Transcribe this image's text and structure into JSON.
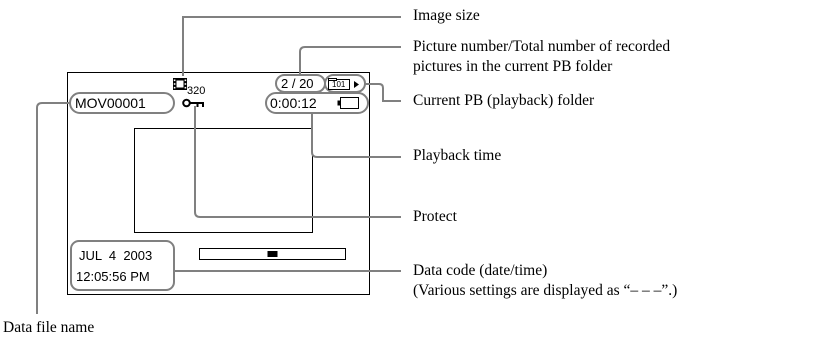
{
  "screen": {
    "image_size_value": "320",
    "file_name": "MOV00001",
    "picture_counter": "2 / 20",
    "folder_number": "101",
    "playback_time": "0:00:12",
    "date": "JUL  4  2003",
    "time": "12:05:56 PM",
    "progress": 0.5
  },
  "callouts": {
    "image_size": "Image size",
    "picture_number_line1": "Picture number/Total number of recorded",
    "picture_number_line2": "pictures in the current PB folder",
    "current_folder": "Current PB (playback) folder",
    "playback_time": "Playback time",
    "protect": "Protect",
    "data_code_line1": "Data code (date/time)",
    "data_code_line2": "(Various settings are displayed as “– – –”.)",
    "data_file_name": "Data file name"
  },
  "icons": [
    "movie-frame-icon",
    "protect-key-icon",
    "folder-play-icon",
    "battery-icon"
  ]
}
